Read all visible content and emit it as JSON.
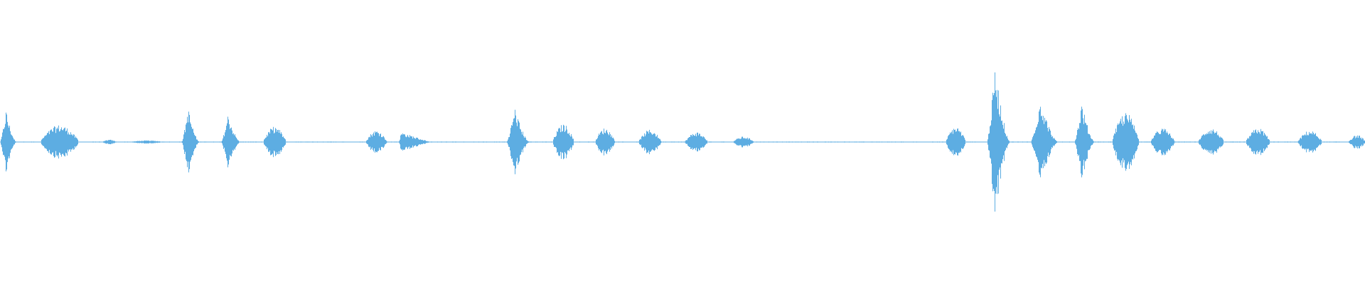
{
  "waveform": {
    "color": "#5DADE2",
    "baseline_amplitude": 0.004,
    "segments": [
      {
        "start": 0.0,
        "end": 0.012,
        "amp": 0.42,
        "shape": "spike"
      },
      {
        "start": 0.03,
        "end": 0.057,
        "amp": 0.22,
        "shape": "blob"
      },
      {
        "start": 0.075,
        "end": 0.085,
        "amp": 0.03,
        "shape": "blob"
      },
      {
        "start": 0.095,
        "end": 0.12,
        "amp": 0.02,
        "shape": "blob"
      },
      {
        "start": 0.133,
        "end": 0.146,
        "amp": 0.45,
        "shape": "spike"
      },
      {
        "start": 0.162,
        "end": 0.176,
        "amp": 0.37,
        "shape": "spike"
      },
      {
        "start": 0.193,
        "end": 0.209,
        "amp": 0.2,
        "shape": "blob"
      },
      {
        "start": 0.268,
        "end": 0.283,
        "amp": 0.15,
        "shape": "blob"
      },
      {
        "start": 0.292,
        "end": 0.315,
        "amp": 0.14,
        "shape": "wedge"
      },
      {
        "start": 0.371,
        "end": 0.388,
        "amp": 0.45,
        "shape": "spike"
      },
      {
        "start": 0.405,
        "end": 0.42,
        "amp": 0.23,
        "shape": "blob"
      },
      {
        "start": 0.436,
        "end": 0.45,
        "amp": 0.18,
        "shape": "blob"
      },
      {
        "start": 0.468,
        "end": 0.484,
        "amp": 0.16,
        "shape": "blob"
      },
      {
        "start": 0.502,
        "end": 0.518,
        "amp": 0.13,
        "shape": "blob"
      },
      {
        "start": 0.537,
        "end": 0.552,
        "amp": 0.07,
        "shape": "blob"
      },
      {
        "start": 0.693,
        "end": 0.707,
        "amp": 0.2,
        "shape": "blob"
      },
      {
        "start": 0.723,
        "end": 0.74,
        "amp": 1.0,
        "shape": "spike"
      },
      {
        "start": 0.755,
        "end": 0.775,
        "amp": 0.58,
        "shape": "spike"
      },
      {
        "start": 0.787,
        "end": 0.802,
        "amp": 0.52,
        "shape": "spike"
      },
      {
        "start": 0.815,
        "end": 0.834,
        "amp": 0.38,
        "shape": "blob"
      },
      {
        "start": 0.843,
        "end": 0.86,
        "amp": 0.18,
        "shape": "blob"
      },
      {
        "start": 0.878,
        "end": 0.896,
        "amp": 0.18,
        "shape": "blob"
      },
      {
        "start": 0.913,
        "end": 0.93,
        "amp": 0.18,
        "shape": "blob"
      },
      {
        "start": 0.951,
        "end": 0.968,
        "amp": 0.15,
        "shape": "blob"
      },
      {
        "start": 0.988,
        "end": 1.0,
        "amp": 0.09,
        "shape": "blob"
      }
    ]
  }
}
